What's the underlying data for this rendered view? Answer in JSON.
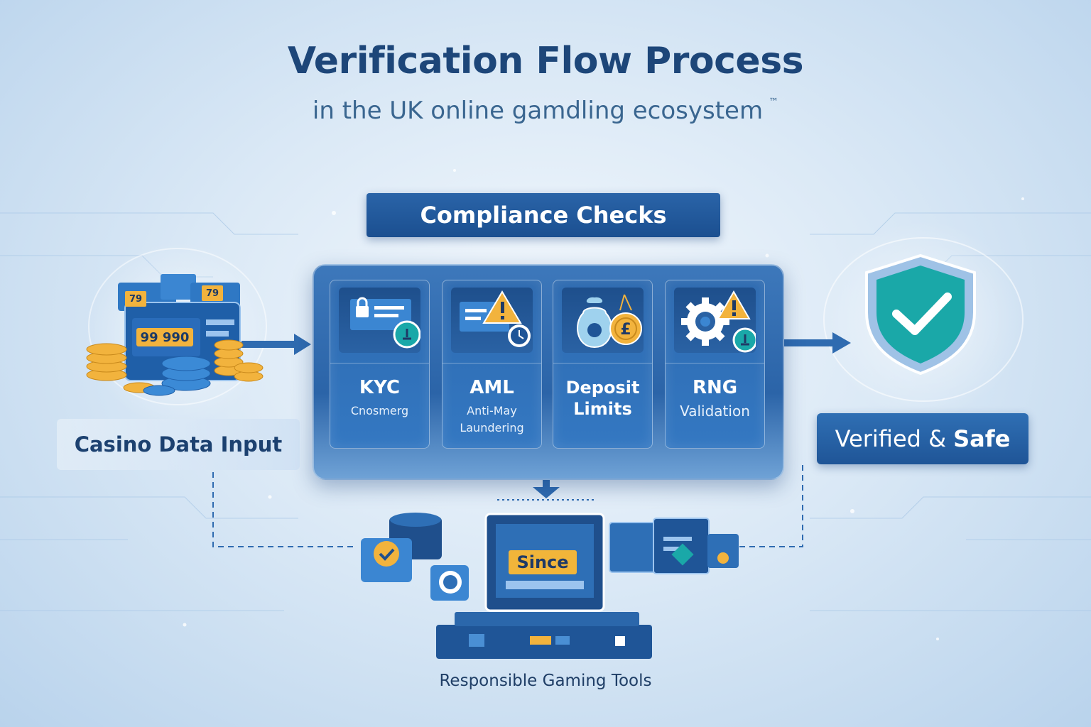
{
  "title": "Verification Flow Process",
  "subtitle": "in the UK online gamdling ecosystem",
  "subtitle_mark": "™",
  "compliance": {
    "header": "Compliance Checks",
    "cards": [
      {
        "title": "KYC",
        "title2": "",
        "sub1": "Cnosmerg",
        "sub2": "",
        "icon": "lock-document-icon"
      },
      {
        "title": "AML",
        "title2": "",
        "sub1": "Anti-May",
        "sub2": "Laundering",
        "icon": "warning-document-icon"
      },
      {
        "title": "Deposit",
        "title2": "Limits",
        "sub1": "",
        "sub2": "",
        "icon": "money-bag-coin-icon"
      },
      {
        "title": "RNG",
        "title2": "",
        "sub1": "Validation",
        "sub2": "",
        "icon": "gear-warning-icon"
      }
    ]
  },
  "input": {
    "label": "Casino Data Input",
    "slot_text": "99 990",
    "mini_text_left": "79",
    "mini_text_right": "79"
  },
  "output": {
    "label_regular": "Verified &",
    "label_bold": "Safe"
  },
  "tools": {
    "label": "Responsible Gaming Tools",
    "screen_text": "Since"
  },
  "colors": {
    "primary": "#1b4f90",
    "accent_gold": "#f2b33d",
    "shield_teal": "#1aa8a8",
    "title": "#1d4679"
  }
}
